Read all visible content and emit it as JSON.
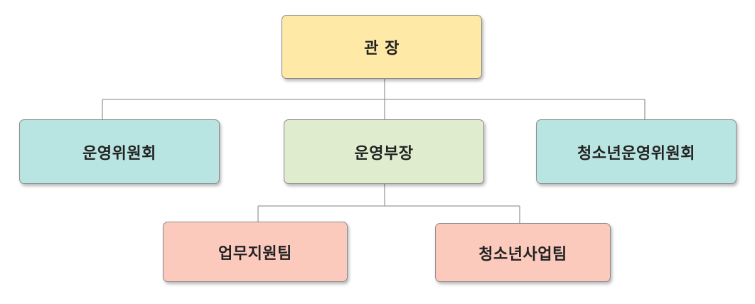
{
  "org_chart": {
    "director": {
      "label": "관 장",
      "color": "#fee9a6"
    },
    "level2": [
      {
        "id": "ops-committee",
        "label": "운영위원회",
        "color": "#b8e5e1"
      },
      {
        "id": "ops-manager",
        "label": "운영부장",
        "color": "#dfeccd"
      },
      {
        "id": "youth-committee",
        "label": "청소년운영위원회",
        "color": "#b8e5e1"
      }
    ],
    "teams": [
      {
        "id": "admin-team",
        "label": "업무지원팀",
        "color": "#fbcabd"
      },
      {
        "id": "youth-team",
        "label": "청소년사업팀",
        "color": "#fbcabd"
      }
    ],
    "line_color": "#9a9a9a",
    "border_color": "#8c8c8c"
  }
}
